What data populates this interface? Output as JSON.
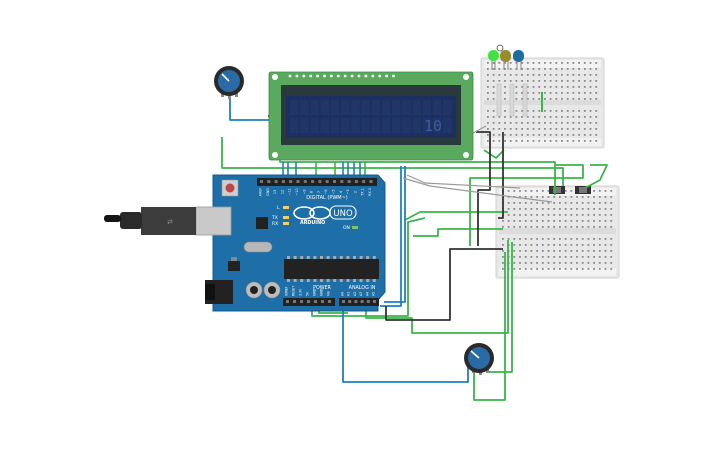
{
  "colors": {
    "background": "#ffffff",
    "arduino_board": "#1e6ea7",
    "arduino_border": "#15598c",
    "lcd_pcb": "#5aa95f",
    "lcd_bezel": "#2a3a3c",
    "lcd_screen": "#1d2f5e",
    "lcd_char": "#3e5aa0",
    "breadboard": "#e8e8e8",
    "wire_green": "#3ab54a",
    "wire_blue": "#1f7fc2",
    "wire_black": "#333333",
    "wire_gray": "#9a9a9a",
    "led_green": "#3fe33f",
    "led_yellow": "#9c8a2e",
    "led_blue": "#1d6e9a",
    "pot_knob": "#2a6aa6"
  },
  "lcd": {
    "display_text": "10"
  },
  "arduino": {
    "logo_text": "ARDUINO",
    "uno_text": "UNO",
    "digital_label": "DIGITAL (PWM~)",
    "power_label": "POWER",
    "analog_label": "ANALOG IN",
    "tx_label": "TX",
    "rx_label": "RX",
    "l_label": "L",
    "on_label": "ON",
    "digital_pins": [
      "AREF",
      "GND",
      "13",
      "12",
      "~11",
      "~10",
      "~9",
      "8",
      "7",
      "~6",
      "~5",
      "4",
      "~3",
      "2",
      "TX 1",
      "RX 0"
    ],
    "power_pins": [
      "IOREF",
      "RESET",
      "3.3V",
      "5V",
      "GND",
      "GND",
      "Vin"
    ],
    "analog_pins": [
      "A0",
      "A1",
      "A2",
      "A3",
      "A4",
      "A5"
    ]
  },
  "icons": {
    "usb": "usb-connector-icon",
    "power": "dc-power-jack-icon",
    "reset": "reset-button-icon"
  }
}
